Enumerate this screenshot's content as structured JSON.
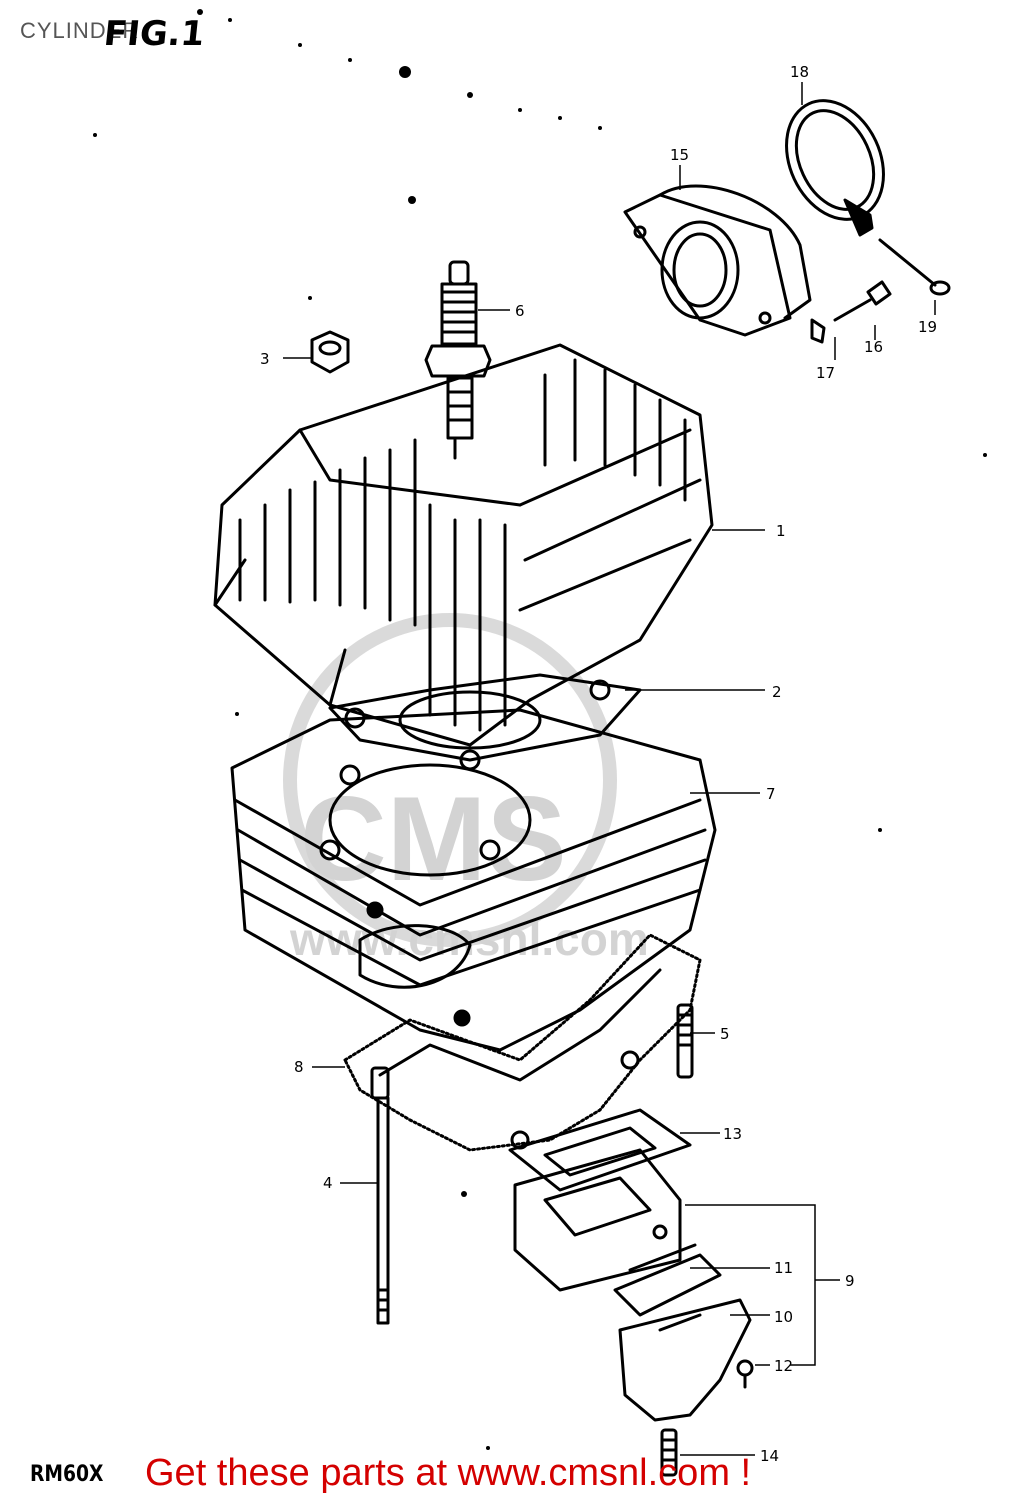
{
  "header": {
    "title": "CYLINDER",
    "figure_label": "FIG.1"
  },
  "footer": {
    "model_code": "RM60X",
    "promo_text": "Get these parts at www.cmsnl.com !"
  },
  "watermark": {
    "brand": "CMS",
    "url": "www.cmsnl.com"
  },
  "callouts": [
    "1",
    "2",
    "3",
    "4",
    "5",
    "6",
    "7",
    "8",
    "9",
    "10",
    "11",
    "12",
    "13",
    "14",
    "15",
    "16",
    "17",
    "18",
    "19"
  ],
  "colors": {
    "line": "#000000",
    "promo": "#d40000",
    "watermark": "#cfcfcf",
    "header": "#555555"
  }
}
